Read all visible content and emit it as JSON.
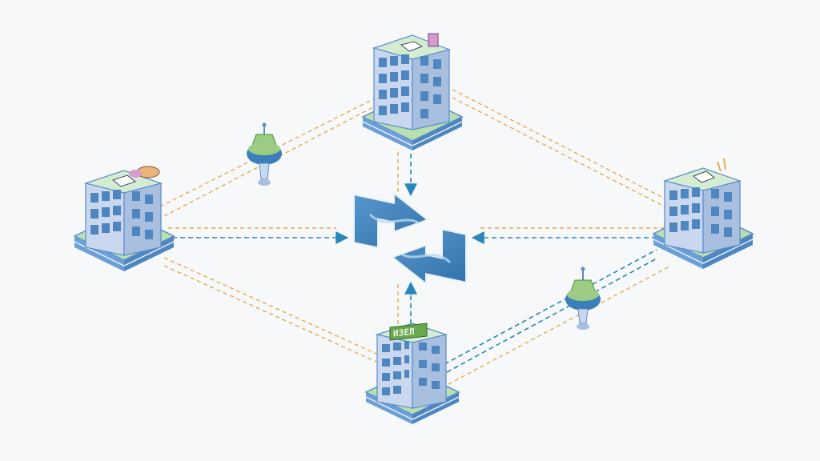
{
  "diagram": {
    "center_icon": "sync-arrows-icon",
    "nodes": [
      {
        "id": "node-top",
        "icon": "office-building-icon",
        "roof_icon": "document-icon"
      },
      {
        "id": "node-left",
        "icon": "office-building-icon",
        "roof_icon": "document-icon"
      },
      {
        "id": "node-right",
        "icon": "office-building-icon",
        "roof_icon": "document-icon"
      },
      {
        "id": "node-bottom",
        "icon": "office-building-icon",
        "roof_sign": "ИЗЕЛ"
      }
    ],
    "relays": [
      {
        "id": "relay-upper-left",
        "icon": "beacon-globe-icon"
      },
      {
        "id": "relay-lower-right",
        "icon": "beacon-globe-icon"
      }
    ],
    "colors": {
      "background": "#f6f8fa",
      "sync_link": "#2b86b8",
      "peer_link": "#e8a94a",
      "building_face": "#c9d8ee",
      "building_side": "#a9bfe0",
      "window": "#4f86c0",
      "roof": "#d4ecd2",
      "base_blue": "#6c9ed8",
      "base_green": "#b7dfb0",
      "relay_green": "#9ccc84",
      "relay_blue": "#3b7fb8"
    }
  }
}
